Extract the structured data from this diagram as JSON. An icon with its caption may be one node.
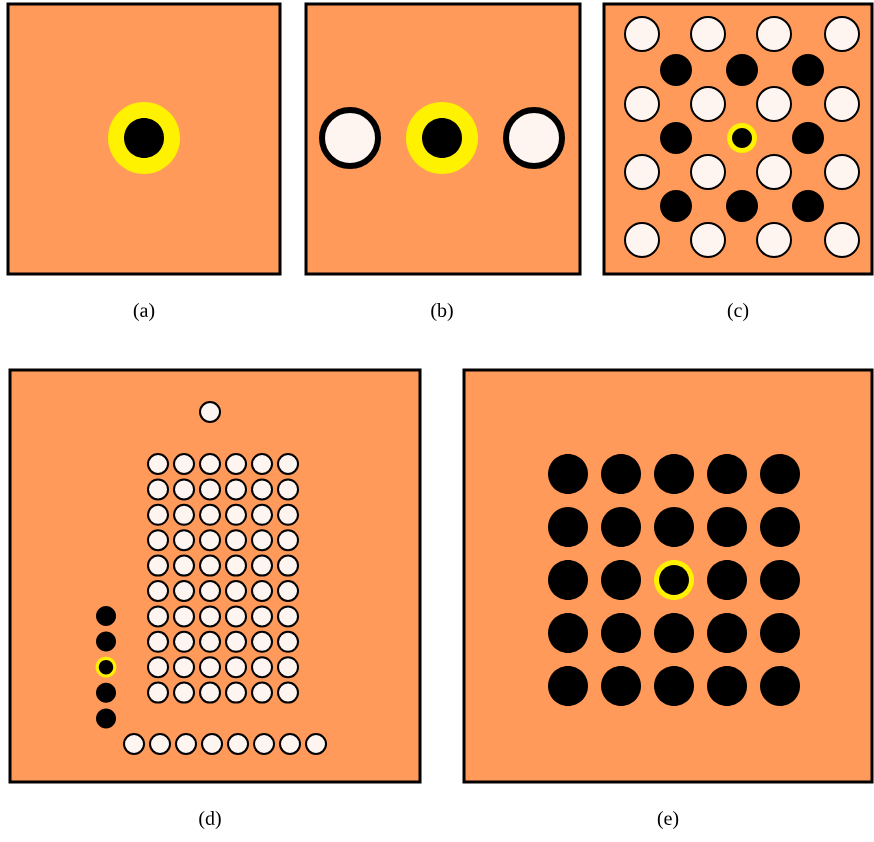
{
  "diagram": {
    "labels": [
      "(a)",
      "(b)",
      "(c)",
      "(d)",
      "(e)"
    ]
  }
}
